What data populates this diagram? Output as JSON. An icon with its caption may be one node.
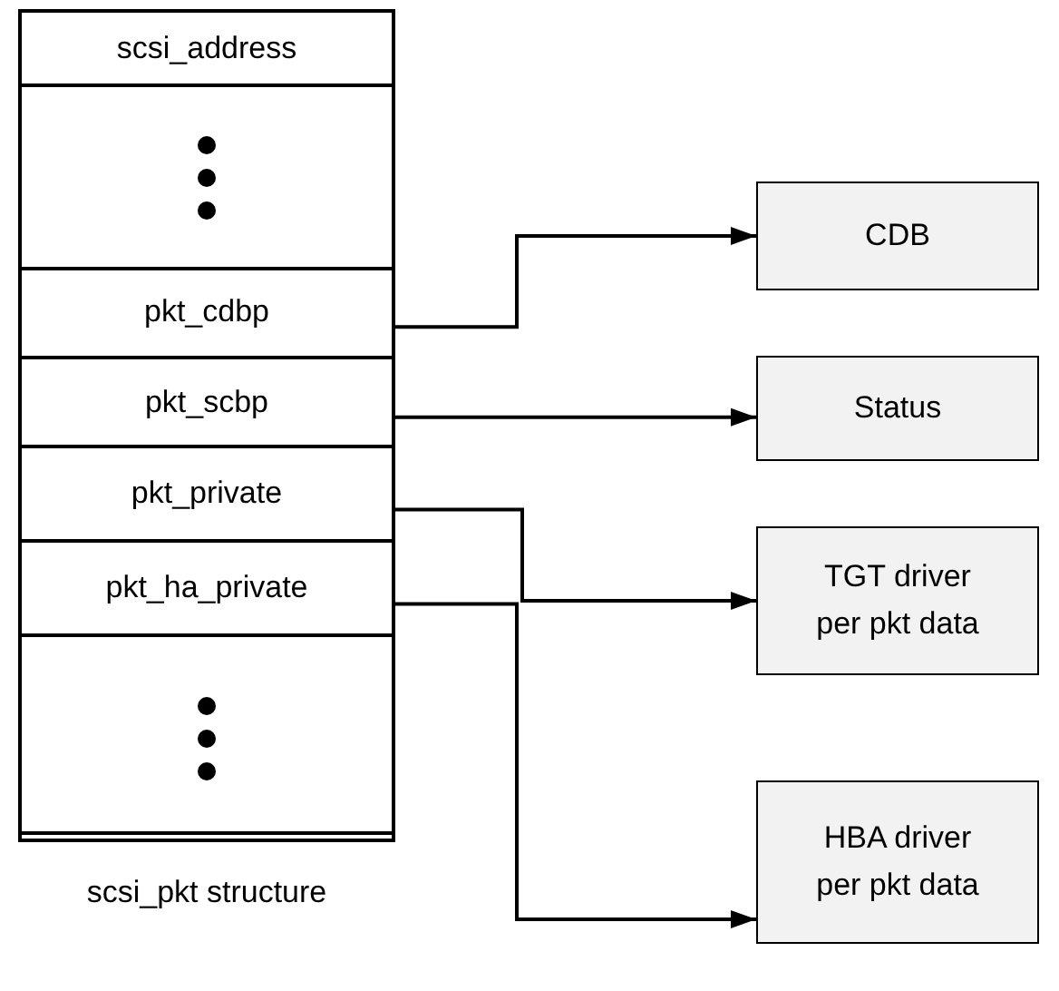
{
  "diagram": {
    "nodes": [
      {
        "text": [
          "scsi_pkt structure"
        ]
      },
      {
        "text": [
          "scsi_address"
        ],
        "in": 0
      },
      {
        "text": [],
        "shape": "box",
        "in": 0
      },
      {
        "text": [
          "pkt_cdbp"
        ],
        "in": 0
      },
      {
        "text": [
          "pkt_scbp"
        ],
        "in": 0
      },
      {
        "text": [
          "pkt_private"
        ],
        "in": 0
      },
      {
        "text": [
          "pkt_ha_private"
        ],
        "in": 0
      },
      {
        "text": [],
        "shape": "box",
        "in": 0
      },
      {
        "text": [
          "CDB"
        ]
      },
      {
        "text": [
          "Status"
        ]
      },
      {
        "text": [
          "TGT driver per pkt data"
        ]
      },
      {
        "text": [
          "HBA driver per pkt data"
        ]
      }
    ],
    "edges": [
      {
        "from": 3,
        "to": 8,
        "arrow": "to"
      },
      {
        "from": 4,
        "to": 9,
        "arrow": "to"
      },
      {
        "from": 5,
        "to": 10,
        "arrow": "to"
      },
      {
        "from": 6,
        "to": 11,
        "arrow": "to"
      }
    ]
  }
}
